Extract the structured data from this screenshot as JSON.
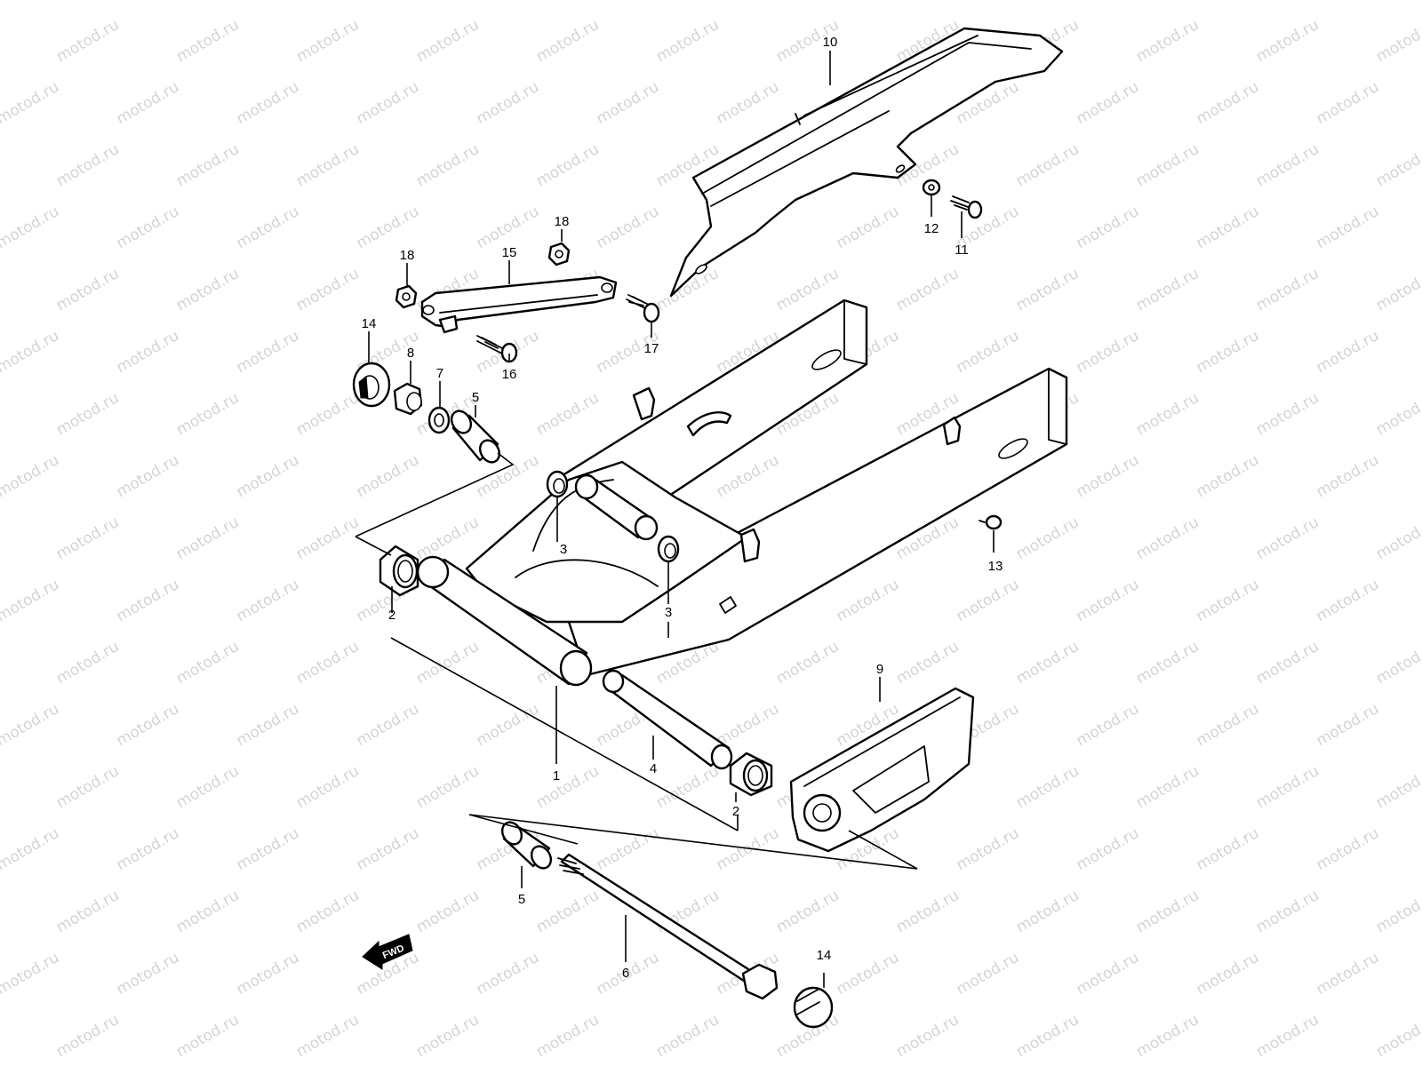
{
  "watermark": "motod.ru",
  "direction_marker": "FWD",
  "callouts": {
    "c1": "1",
    "c2a": "2",
    "c2b": "2",
    "c3a": "3",
    "c3b": "3",
    "c4": "4",
    "c5a": "5",
    "c5b": "5",
    "c6": "6",
    "c7": "7",
    "c8": "8",
    "c9": "9",
    "c10": "10",
    "c11": "11",
    "c12": "12",
    "c13": "13",
    "c14a": "14",
    "c14b": "14",
    "c15": "15",
    "c16": "16",
    "c17": "17",
    "c18a": "18",
    "c18b": "18"
  }
}
